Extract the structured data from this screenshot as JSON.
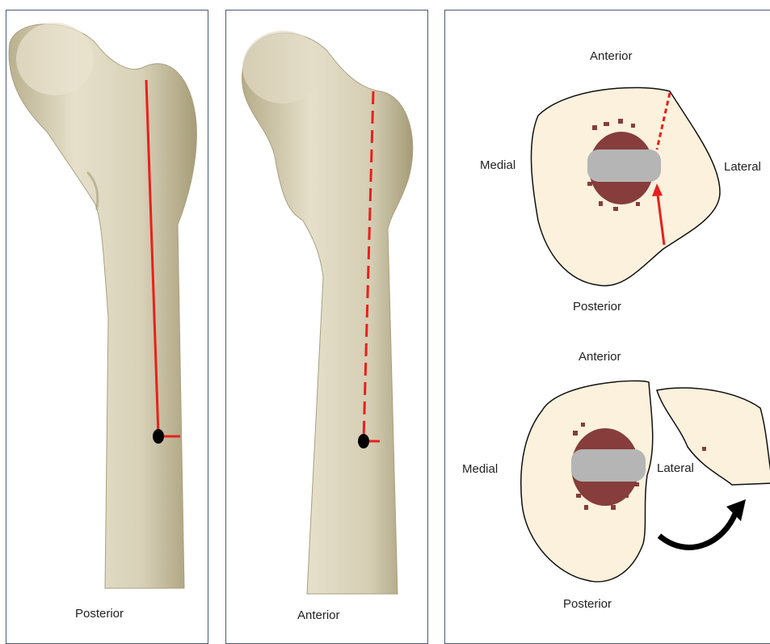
{
  "panels": {
    "posterior_view": {
      "label": "Posterior"
    },
    "anterior_view": {
      "label": "Anterior"
    },
    "cross_sections": {
      "top": {
        "anterior": "Anterior",
        "posterior": "Posterior",
        "medial": "Medial",
        "lateral": "Lateral"
      },
      "bottom": {
        "anterior": "Anterior",
        "posterior": "Posterior",
        "medial": "Medial",
        "lateral": "Lateral"
      }
    }
  },
  "colors": {
    "bone": "#ddd6c0",
    "bone_shadow": "#c2b997",
    "section_fill": "#fbf1dc",
    "marrow": "#7a2a2a",
    "implant": "#b5b5b5",
    "cut_line": "#e8201c",
    "outline": "#111111",
    "frame": "#4a5a78"
  }
}
